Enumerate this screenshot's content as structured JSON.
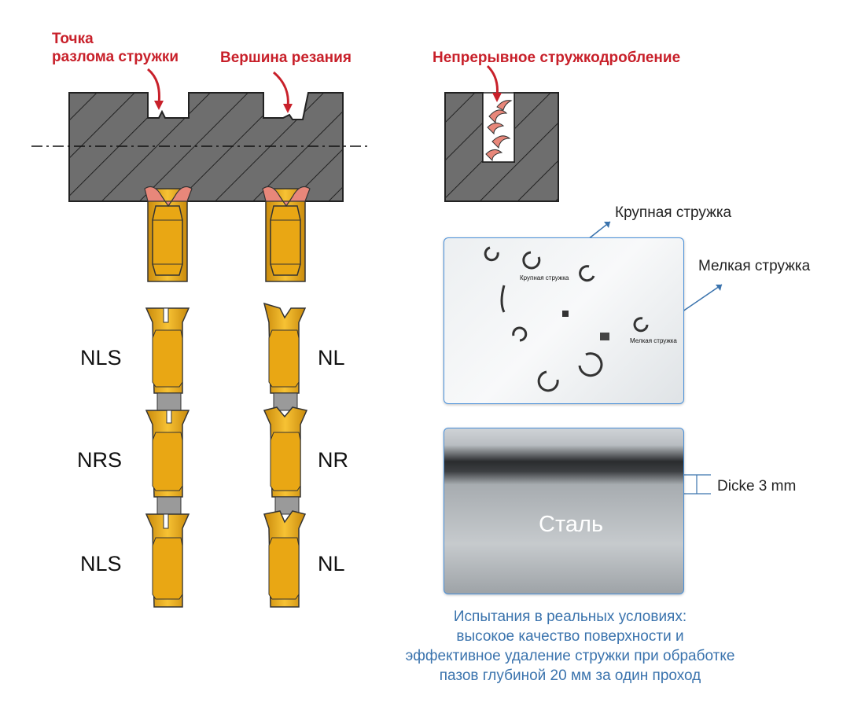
{
  "left": {
    "labels": {
      "chip_break_point": "Точка\nразлома стружки",
      "cutting_tip": "Вершина резания"
    },
    "insert_codes_left": [
      "NLS",
      "NRS",
      "NLS"
    ],
    "insert_codes_right": [
      "NL",
      "NR",
      "NL"
    ]
  },
  "right": {
    "continuous_chip_breaking": "Непрерывное стружкодробление",
    "coarse_chip": "Крупная стружка",
    "fine_chip": "Мелкая стружка",
    "coarse_chip_small": "Крупная стружка",
    "fine_chip_small": "Мелкая стружка",
    "thickness_label": "Dicke 3 mm",
    "steel_label": "Сталь",
    "caption": "Испытания в реальных условиях:\nвысокое качество поверхности и\nэффективное удаление стружки при обработке\nпазов глубиной 20 мм за один проход"
  },
  "colors": {
    "accent_red": "#c8202a",
    "insert_gold": "#f0b018",
    "workpiece_gray": "#6e6e6e",
    "caption_blue": "#3a73ad",
    "chip_pink": "#e8877a"
  }
}
